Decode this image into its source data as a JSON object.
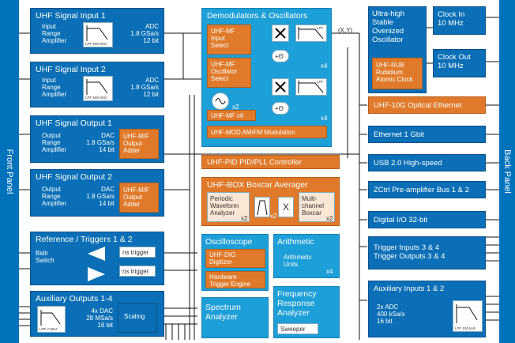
{
  "side_panels": {
    "front": "Front Panel",
    "back": "Back Panel"
  },
  "sig_in_1": {
    "title": "UHF Signal Input 1",
    "amp": "Input\nRange\nAmplifier",
    "lpf": "LPF 600 MHz",
    "adc": "ADC\n1.8 GSa/s\n12 bit"
  },
  "sig_in_2": {
    "title": "UHF Signal Input 2",
    "amp": "Input\nRange\nAmplifier",
    "lpf": "LPF 600 MHz",
    "adc": "ADC\n1.8 GSa/s\n12 bit"
  },
  "sig_out_1": {
    "title": "UHF Signal Output 1",
    "amp": "Output\nRange\nAmplifier",
    "dac": "DAC\n1.8 GSa/s\n14 bit",
    "adder": "UHF-M/F\nOutput\nAdder"
  },
  "sig_out_2": {
    "title": "UHF Signal Output 2",
    "amp": "Output\nRange\nAmplifier",
    "dac": "DAC\n1.8 GSa/s\n14 bit",
    "adder": "UHF-M/F\nOutput\nAdder"
  },
  "ref": {
    "title": "Reference / Triggers 1 & 2",
    "bidir": "Bidir\nSwitch",
    "trig1": "ns trigger",
    "trig2": "ns trigger"
  },
  "aux_out": {
    "title": "Auxiliary Outputs 1-4",
    "lpf": "LPF 7 MHz",
    "dac": "4x DAC\n28 MSa/s\n16 bit",
    "scaling": "Scaling"
  },
  "demod": {
    "title": "Demodulators & Oscillators",
    "input_select": "UHF-MF\nInput\nSelect",
    "osc_select": "UHF-MF\nOscillator\nSelect",
    "x4a": "x4",
    "x4b": "x4",
    "x2": "x2",
    "lpf": "LPF",
    "theta": "+Θ",
    "mf_x6": "UHF-MF x6",
    "mod": "UHF-MOD AM/FM Modulation",
    "xy": "(X,Y)"
  },
  "pid": {
    "label": "UHF-PID PID/PLL Controller"
  },
  "box": {
    "title": "UHF-BOX Boxcar Averager",
    "periodic": "Periodic\nWaveform\nAnalyzer",
    "x2a": "x2",
    "x2b": "x2",
    "x2c": "x2",
    "multi": "Multi-\nchannel\nBoxcar",
    "sym": "X"
  },
  "scope": {
    "title": "Oscilloscope",
    "dig": "UHF-DIG\nDigitizer",
    "trig": "Hardware\nTrigger Engine"
  },
  "arith": {
    "title": "Arithmetic",
    "units": "Arithmetic\nUnits",
    "x4": "x4"
  },
  "spectrum": {
    "title": "Spectrum\nAnalyzer"
  },
  "fra": {
    "title": "Frequency\nResponse\nAnalyzer",
    "sweeper": "Sweeper"
  },
  "clock": {
    "osc": "Ultra-high\nStable\nOvenized\nOscillator",
    "rub": "UHF-RUB\nRubidium\nAtomic Clock",
    "in": "Clock In\n10 MHz",
    "out": "Clock Out\n10 MHz"
  },
  "right": {
    "optical": "UHF-10G Optical Ethernet",
    "eth": "Ethernet 1 Gbit",
    "usb": "USB 2.0 High-speed",
    "zctrl": "ZCtrl Pre-amplifier Bus 1 & 2",
    "dio": "Digital I/O 32-bit",
    "trig": "Trigger Inputs 3 & 4\nTrigger Outputs 3 & 4",
    "aux_in": "Auxiliary Inputs 1 & 2",
    "aux_adc": "2x ADC\n400 kSa/s\n16 bit",
    "aux_lpf": "LPF 100 kHz"
  }
}
